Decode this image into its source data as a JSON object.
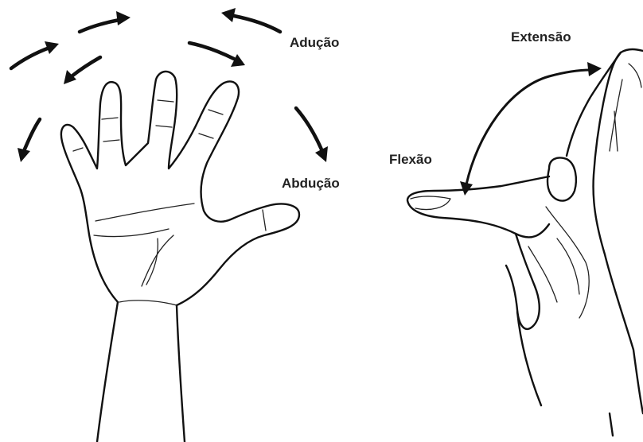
{
  "labels": {
    "aducao": "Adução",
    "abducao": "Abdução",
    "extensao": "Extensão",
    "flexao": "Flexão"
  },
  "colors": {
    "ink": "#111111",
    "background": "#ffffff"
  }
}
